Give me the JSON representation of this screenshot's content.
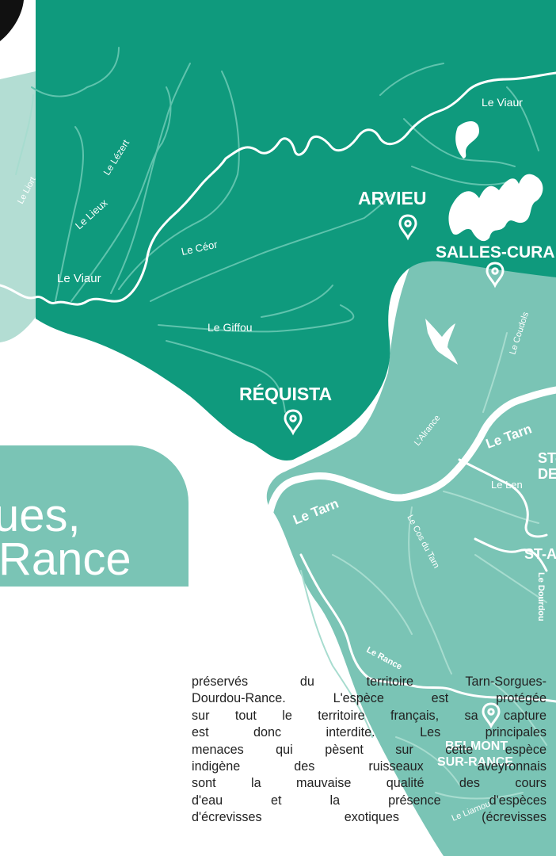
{
  "colors": {
    "dark_region": "#0f9a7d",
    "light_region": "#7ac4b5",
    "pale_region": "#b3ddd3",
    "river_line": "#ffffff",
    "body_text": "#222222"
  },
  "towns": {
    "arvieu": "ARVIEU",
    "salles_curan": "SALLES-CURA",
    "requista": "RÉQUISTA",
    "st_de": "ST-",
    "st_de_2": "DE",
    "st_a": "ST-A",
    "belmont_1": "BELMONT",
    "belmont_2": "SUR-RANCE"
  },
  "rivers": {
    "viaur_ne": "Le Viaur",
    "lezert": "Le Lézert",
    "liort": "Le Liort",
    "lieux": "Le Lieux",
    "viaur_w": "Le Viaur",
    "ceor": "Le Céor",
    "giffou": "Le Giffou",
    "coudols": "Le Coudols",
    "alrance": "L'Alrance",
    "tarn_e": "Le Tarn",
    "len": "Le Len",
    "tarn_w": "Le Tarn",
    "cos_du_tarn": "Le Cos du Tarn",
    "dourdou": "Le Dourdou",
    "rance": "Le Rance",
    "liamou": "Le Liamou"
  },
  "icons": {
    "pin": "location-pin-icon",
    "lakes": "lake-shapes",
    "bird": "bird-silhouette"
  },
  "title": {
    "line1": "ues,",
    "line2": "Rance"
  },
  "body": {
    "lines": [
      "préservés du territoire Tarn-Sorgues-",
      "Dourdou-Rance. L'espèce est protégée",
      "sur tout le territoire français, sa capture",
      "est donc interdite. Les principales",
      "menaces qui pèsent sur cette espèce",
      "indigène des ruisseaux aveyronnais",
      "sont la mauvaise qualité des cours",
      "d'eau et la présence d'espèces",
      "d'écrevisses exotiques (écrevisses"
    ]
  }
}
